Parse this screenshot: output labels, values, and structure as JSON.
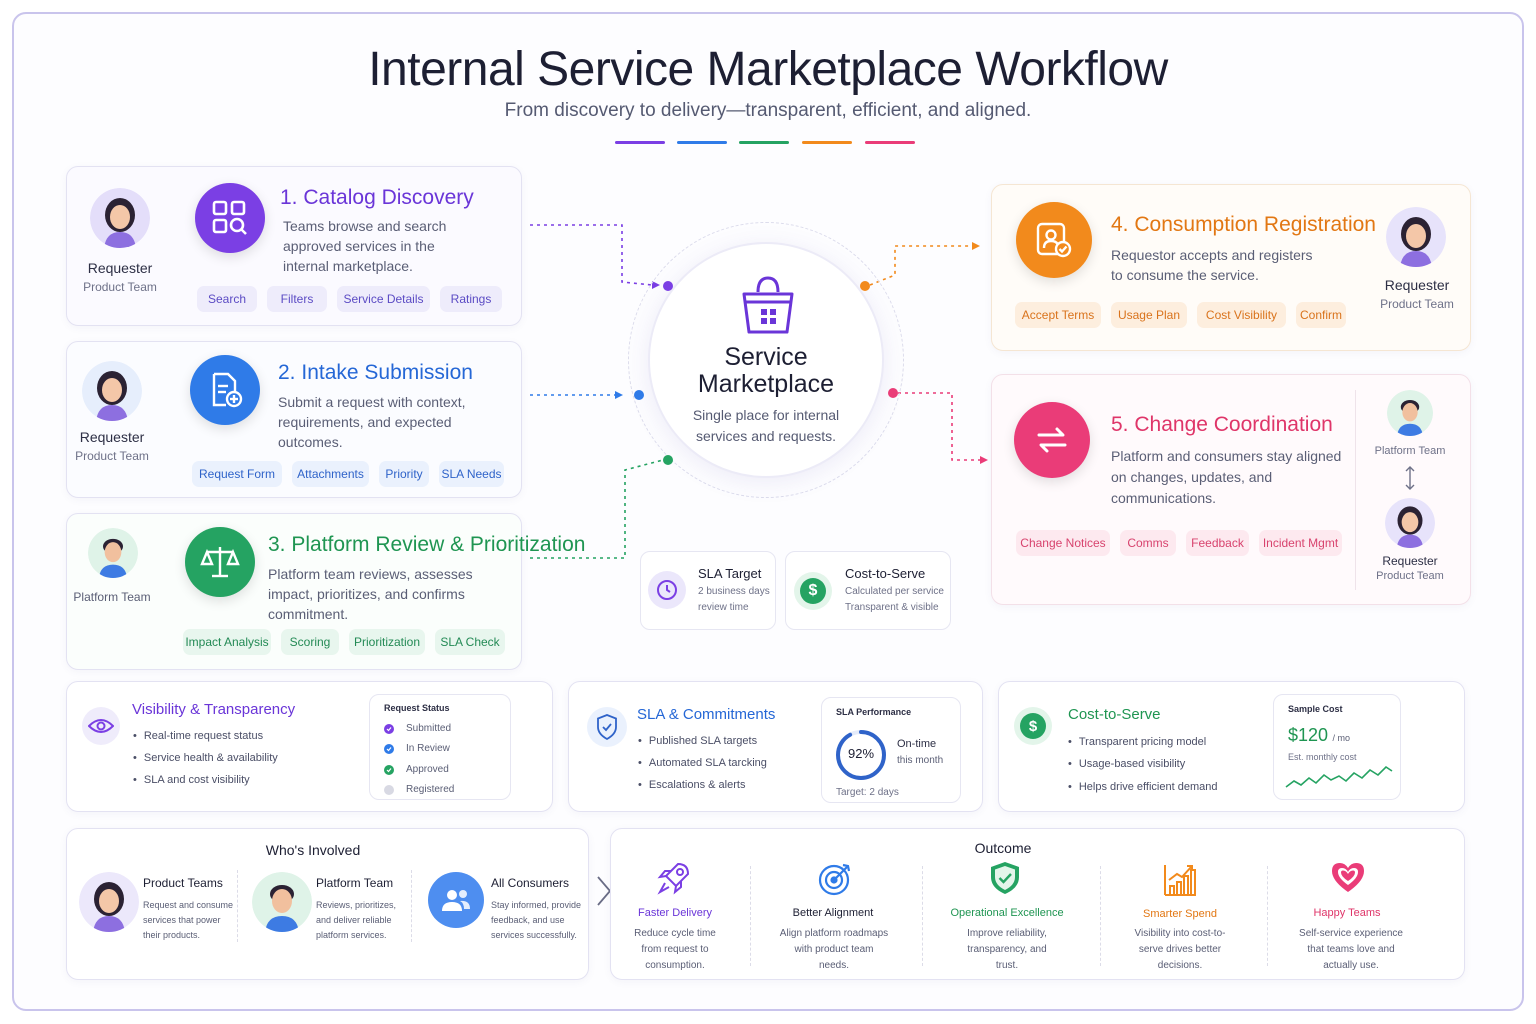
{
  "header": {
    "title": "Internal Service Marketplace Workflow",
    "subtitle": "From discovery to delivery—transparent, efficient, and aligned.",
    "accent_colors": [
      "#7b3fe4",
      "#2f7be8",
      "#25a362",
      "#f28a1c",
      "#ea3c78"
    ]
  },
  "colors": {
    "purple": "#7b3fe4",
    "blue": "#2f7be8",
    "green": "#25a362",
    "orange": "#f28a1c",
    "pink": "#ea3c78"
  },
  "steps": [
    {
      "number": "1.",
      "title": "Catalog Discovery",
      "icon": "grid-search-icon",
      "description": [
        "Teams browse and search",
        "approved services in the",
        "internal marketplace."
      ],
      "actor": {
        "name": "Requester",
        "team": "Product Team"
      },
      "chips": [
        "Search",
        "Filters",
        "Service Details",
        "Ratings"
      ]
    },
    {
      "number": "2.",
      "title": "Intake Submission",
      "icon": "document-add-icon",
      "description": [
        "Submit a request with context,",
        "requirements, and expected",
        "outcomes."
      ],
      "actor": {
        "name": "Requester",
        "team": "Product Team"
      },
      "chips": [
        "Request Form",
        "Attachments",
        "Priority",
        "SLA Needs"
      ]
    },
    {
      "number": "3.",
      "title": "Platform Review & Prioritization",
      "icon": "scales-icon",
      "description": [
        "Platform team reviews, assesses",
        "impact, prioritizes, and confirms",
        "commitment."
      ],
      "actor": {
        "name": "Platform Team"
      },
      "chips": [
        "Impact Analysis",
        "Scoring",
        "Prioritization",
        "SLA Check"
      ]
    },
    {
      "number": "4.",
      "title": "Consumption Registration",
      "icon": "profile-check-icon",
      "description": [
        "Requestor accepts and registers",
        "to consume the service."
      ],
      "actor": {
        "name": "Requester",
        "team": "Product Team"
      },
      "chips": [
        "Accept Terms",
        "Usage Plan",
        "Cost Visibility",
        "Confirm"
      ]
    },
    {
      "number": "5.",
      "title": "Change Coordination",
      "icon": "sync-arrows-icon",
      "description": [
        "Platform and consumers stay aligned",
        "on changes, updates, and",
        "communications."
      ],
      "actor_top": {
        "name": "Platform Team"
      },
      "actor_bottom": {
        "name": "Requester",
        "team": "Product Team"
      },
      "chips": [
        "Change Notices",
        "Comms",
        "Feedback",
        "Incident Mgmt"
      ]
    }
  ],
  "hub": {
    "title_line1": "Service",
    "title_line2": "Marketplace",
    "desc_line1": "Single place for internal",
    "desc_line2": "services and requests."
  },
  "hub_metrics": [
    {
      "title": "SLA Target",
      "line1": "2 business days",
      "line2": "review time",
      "icon": "clock-icon"
    },
    {
      "title": "Cost-to-Serve",
      "line1": "Calculated per service",
      "line2": "Transparent & visible",
      "icon": "dollar-icon"
    }
  ],
  "panels": {
    "visibility": {
      "title": "Visibility & Transparency",
      "bullets": [
        "Real-time request status",
        "Service health & availability",
        "SLA and cost visibility"
      ],
      "status_card": {
        "title": "Request Status",
        "rows": [
          {
            "label": "Submitted",
            "state": "done-purple"
          },
          {
            "label": "In Review",
            "state": "done-blue"
          },
          {
            "label": "Approved",
            "state": "done-green"
          },
          {
            "label": "Registered",
            "state": "pending"
          }
        ]
      }
    },
    "sla": {
      "title": "SLA & Commitments",
      "bullets": [
        "Published SLA targets",
        "Automated SLA tarcking",
        "Escalations & alerts"
      ],
      "card": {
        "title": "SLA Performance",
        "percent": 92,
        "percent_label": "92%",
        "line1": "On-time",
        "line2": "this month",
        "target": "Target: 2 days"
      }
    },
    "cost": {
      "title": "Cost-to-Serve",
      "bullets": [
        "Transparent pricing model",
        "Usage-based visibility",
        "Helps drive efficient demand"
      ],
      "card": {
        "title": "Sample Cost",
        "amount": "$120",
        "unit": "/ mo",
        "caption": "Est. monthly cost"
      }
    }
  },
  "whos_involved": {
    "title": "Who's Involved",
    "people": [
      {
        "name": "Product Teams",
        "desc": [
          "Request and consume",
          "services that power",
          "their products."
        ]
      },
      {
        "name": "Platform Team",
        "desc": [
          "Reviews, prioritizes,",
          "and deliver reliable",
          "platform services."
        ]
      },
      {
        "name": "All Consumers",
        "desc": [
          "Stay informed, provide",
          "feedback, and use",
          "services successfully."
        ]
      }
    ]
  },
  "outcome": {
    "title": "Outcome",
    "items": [
      {
        "title": "Faster Delivery",
        "icon": "rocket-icon",
        "color": "#7b3fe4",
        "desc": [
          "Reduce cycle time",
          "from request to",
          "consumption."
        ]
      },
      {
        "title": "Better Alignment",
        "icon": "target-icon",
        "color": "#2f63c9",
        "desc": [
          "Align platform roadmaps",
          "with product team",
          "needs."
        ]
      },
      {
        "title": "Operational Excellence",
        "icon": "shield-check-icon",
        "color": "#25a362",
        "desc": [
          "Improve reliability,",
          "transparency, and",
          "trust."
        ]
      },
      {
        "title": "Smarter Spend",
        "icon": "bar-chart-icon",
        "color": "#f28a1c",
        "desc": [
          "Visibility into cost-to-",
          "serve drives better",
          "decisions."
        ]
      },
      {
        "title": "Happy Teams",
        "icon": "heart-icon",
        "color": "#ea3c78",
        "desc": [
          "Self-service experience",
          "that teams love and",
          "actually use."
        ]
      }
    ]
  }
}
